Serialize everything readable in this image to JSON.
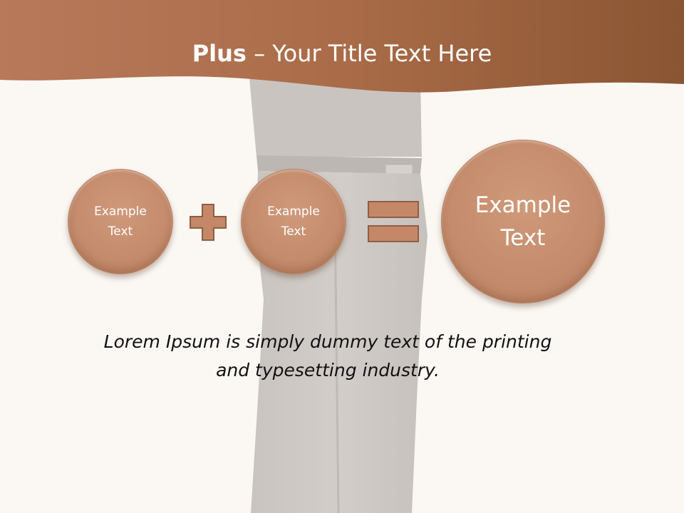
{
  "title": {
    "bold": "Plus",
    "rest": " – Your Title Text Here"
  },
  "diagram": {
    "circle_1": {
      "line1": "Example",
      "line2": "Text"
    },
    "circle_2": {
      "line1": "Example",
      "line2": "Text"
    },
    "circle_3": {
      "line1": "Example",
      "line2": "Text"
    },
    "plus_icon": "plus-icon",
    "equals_icon": "equals-icon"
  },
  "caption": {
    "line1": "Lorem Ipsum is simply dummy text of the printing",
    "line2": "and typesetting industry."
  },
  "colors": {
    "accent": "#b0704c",
    "circle_fill": "#c8906f",
    "operator_fill": "#c48868",
    "background": "#fbf7f3"
  }
}
